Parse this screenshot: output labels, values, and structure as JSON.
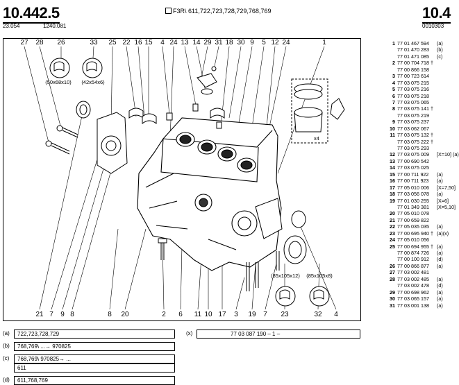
{
  "header": {
    "left_title": "10.442.5",
    "left_code_a": "23.054",
    "left_code_b": "1240.081",
    "center_text": "F3R\\ 611,722,723,728,729,768,769",
    "right_title": "10.4",
    "right_code": "0010303"
  },
  "diagram": {
    "top_callouts": [
      "27",
      "28",
      "26",
      "33",
      "25",
      "22",
      "16",
      "15",
      "4",
      "24",
      "13",
      "14",
      "29",
      "31",
      "18",
      "30",
      "9",
      "5",
      "12",
      "24",
      "1"
    ],
    "bottom_callouts": [
      "21",
      "7",
      "9",
      "8",
      "8",
      "20",
      "2",
      "6",
      "11",
      "10",
      "17",
      "3",
      "19",
      "7",
      "23",
      "32",
      "4"
    ],
    "seal_labels": [
      "(50x68x10)",
      "(42x54x6)",
      "(85x105x12)",
      "(85x105x8)"
    ],
    "kit_label": "x4"
  },
  "parts": [
    {
      "num": "1",
      "ref": "77 01 467 594",
      "note": "(a)"
    },
    {
      "num": "",
      "ref": "77 01 470 283",
      "note": "(b)"
    },
    {
      "num": "",
      "ref": "77 01 471 085",
      "note": "(c)"
    },
    {
      "num": "2",
      "ref": "77 00 704 718 †",
      "note": ""
    },
    {
      "num": "",
      "ref": "77 00 866 158",
      "note": ""
    },
    {
      "num": "3",
      "ref": "77 00 723 614",
      "note": ""
    },
    {
      "num": "4",
      "ref": "77 03 075 215",
      "note": ""
    },
    {
      "num": "5",
      "ref": "77 03 075 216",
      "note": ""
    },
    {
      "num": "6",
      "ref": "77 03 075 218",
      "note": ""
    },
    {
      "num": "7",
      "ref": "77 03 075 065",
      "note": ""
    },
    {
      "num": "8",
      "ref": "77 03 075 141 †",
      "note": ""
    },
    {
      "num": "",
      "ref": "77 03 075 219",
      "note": ""
    },
    {
      "num": "9",
      "ref": "77 03 075 237",
      "note": ""
    },
    {
      "num": "10",
      "ref": "77 03 062 067",
      "note": ""
    },
    {
      "num": "11",
      "ref": "77 03 075 132 †",
      "note": ""
    },
    {
      "num": "",
      "ref": "77 03 075 222 †",
      "note": ""
    },
    {
      "num": "",
      "ref": "77 03 075 293",
      "note": ""
    },
    {
      "num": "12",
      "ref": "77 03 075 009",
      "note": "[X=10] (a)"
    },
    {
      "num": "13",
      "ref": "77 00 690 542",
      "note": ""
    },
    {
      "num": "14",
      "ref": "77 03 075 025",
      "note": ""
    },
    {
      "num": "15",
      "ref": "77 00 711 922",
      "note": "(a)"
    },
    {
      "num": "16",
      "ref": "77 00 711 923",
      "note": "(a)"
    },
    {
      "num": "17",
      "ref": "77 05 010 006",
      "note": "[X=7,50]"
    },
    {
      "num": "18",
      "ref": "77 03 056 078",
      "note": "(a)"
    },
    {
      "num": "19",
      "ref": "77 01 030 255",
      "note": "[X=6]"
    },
    {
      "num": "",
      "ref": "77 01 349 381",
      "note": "[X=5,10]"
    },
    {
      "num": "20",
      "ref": "77 05 010 078",
      "note": ""
    },
    {
      "num": "21",
      "ref": "77 00 659 822",
      "note": ""
    },
    {
      "num": "22",
      "ref": "77 05 035 035",
      "note": "(a)"
    },
    {
      "num": "23",
      "ref": "77 00 695 940 †",
      "note": "(a)(x)"
    },
    {
      "num": "24",
      "ref": "77 05 010 056",
      "note": ""
    },
    {
      "num": "25",
      "ref": "77 00 694 955 †",
      "note": "(a)"
    },
    {
      "num": "",
      "ref": "77 00 874 726",
      "note": "(a)"
    },
    {
      "num": "",
      "ref": "77 00 100 912",
      "note": "(d)"
    },
    {
      "num": "26",
      "ref": "77 00 866 877",
      "note": "(a)"
    },
    {
      "num": "27",
      "ref": "77 03 002 481",
      "note": ""
    },
    {
      "num": "28",
      "ref": "77 03 002 485",
      "note": "(a)"
    },
    {
      "num": "",
      "ref": "77 03 002 478",
      "note": "(d)"
    },
    {
      "num": "29",
      "ref": "77 00 698 962",
      "note": "(a)"
    },
    {
      "num": "30",
      "ref": "77 03 065 157",
      "note": "(a)"
    },
    {
      "num": "31",
      "ref": "77 03 001 138",
      "note": "(a)"
    }
  ],
  "legend": [
    {
      "key": "(a)",
      "text": "722,723,728,729"
    },
    {
      "key": "(b)",
      "text": "768,769\\ ...→ 970825"
    },
    {
      "key": "(c)",
      "text": "768,769\\ 970825→ ..."
    },
    {
      "key": "",
      "text": "611"
    },
    {
      "key": "(d)",
      "text": "611,768,769"
    }
  ],
  "legend_x": {
    "key": "(x)",
    "text": "77 03 087 190 – 1 –"
  }
}
